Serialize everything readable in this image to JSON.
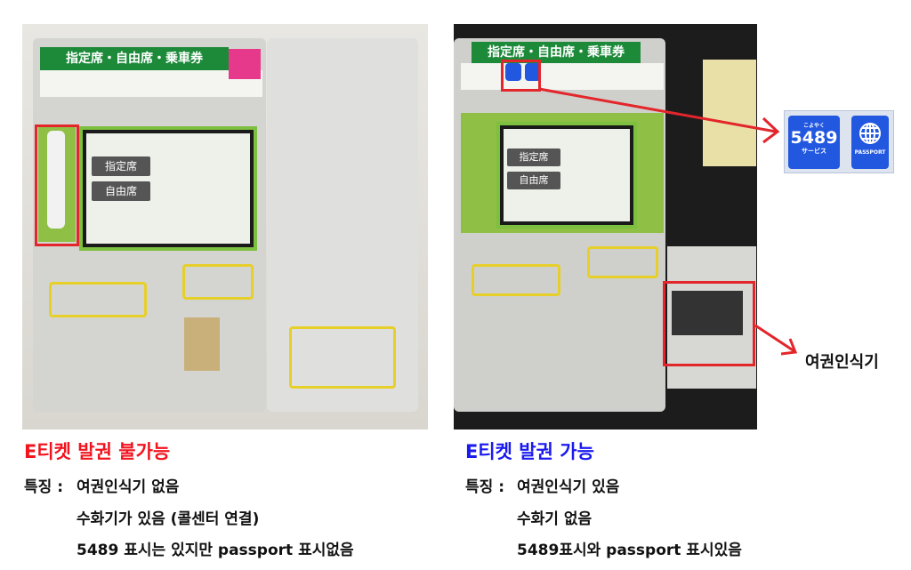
{
  "left": {
    "photo_banner": "指定席・自由席・乗車券",
    "photo_buttons": [
      "指定席",
      "自由席"
    ],
    "title": "E티켓 발권 불가능",
    "feature_label": "특징 :",
    "features": [
      "여권인식기 없음",
      "수화기가 있음 (콜센터 연결)",
      "5489 표시는 있지만 passport 표시없음"
    ]
  },
  "right": {
    "photo_banner": "指定席・自由席・乗車券",
    "photo_buttons": [
      "指定席",
      "自由席"
    ],
    "title": "E티켓 발권 가능",
    "feature_label": "특징 :",
    "features": [
      "여권인식기 있음",
      "수화기 없음",
      "5489표시와 passport 표시있음"
    ]
  },
  "callout": {
    "icon_5489_kana": "こよやく",
    "icon_5489_number": "5489",
    "icon_5489_sub": "サービス",
    "icon_passport_label": "PASSPORT",
    "passport_reader_label": "여권인식기"
  },
  "colors": {
    "negative": "#f0141e",
    "positive": "#1a1aee",
    "highlight": "#e3262b",
    "icon_blue": "#2257e0"
  }
}
